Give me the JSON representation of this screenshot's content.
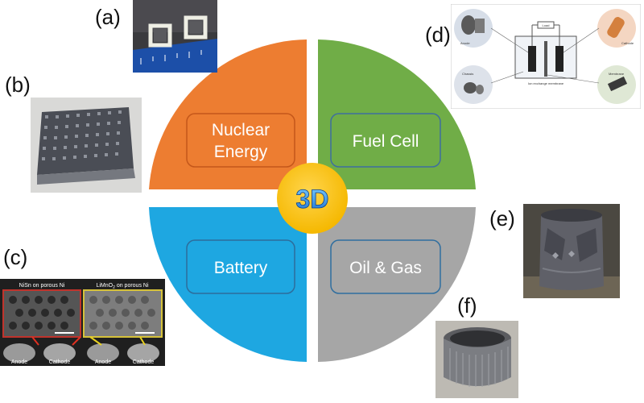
{
  "center_label": "3D",
  "quadrants": {
    "nuclear": {
      "label_line1": "Nuclear",
      "label_line2": "Energy",
      "color": "#ed7d31"
    },
    "fuel_cell": {
      "label": "Fuel Cell",
      "color": "#70ad47"
    },
    "battery": {
      "label": "Battery",
      "color": "#1ea7e1"
    },
    "oil_gas": {
      "label": "Oil & Gas",
      "color": "#a6a6a6"
    }
  },
  "center_color": "#ffc000",
  "panels": {
    "a": "(a)",
    "b": "(b)",
    "c": "(c)",
    "d": "(d)",
    "e": "(e)",
    "f": "(f)"
  },
  "panel_c": {
    "left_title": "NiSn on porous Ni",
    "right_title": "LiMnO",
    "right_title_sub": "2",
    "right_title_suffix": " on porous Ni",
    "bottom_labels": [
      "Anode",
      "Cathode",
      "Anode",
      "Cathode"
    ]
  },
  "panel_d": {
    "labels": [
      "Anode",
      "Cathode",
      "Chassis",
      "Membrane",
      "Load",
      "Ion exchange membrane"
    ]
  }
}
